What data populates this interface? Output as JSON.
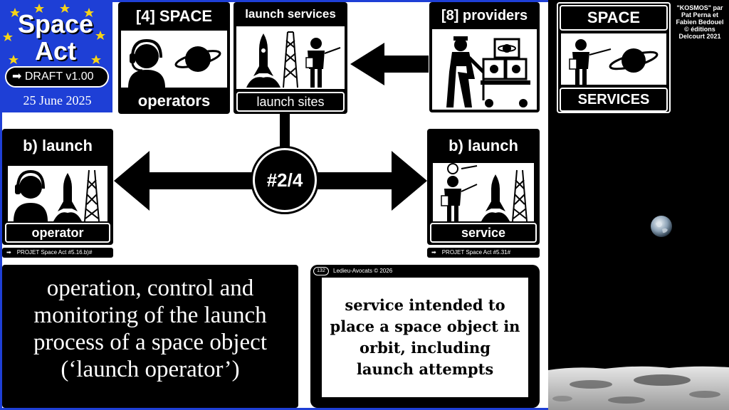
{
  "badge": {
    "title_line1": "Space",
    "title_line2": "Act",
    "draft_label": "DRAFT v1.00",
    "date": "25 June 2025",
    "colors": {
      "blue": "#1e3fd6",
      "star": "#f7d417"
    }
  },
  "top": {
    "space_operators": {
      "header": "[4] SPACE",
      "footer": "operators"
    },
    "launch_services": {
      "header": "launch services",
      "footer": "launch sites"
    },
    "providers": {
      "header": "[8] providers"
    }
  },
  "center_badge": "#2/4",
  "left_launch": {
    "header": "b) launch",
    "footer": "operator",
    "ref": "PROJET Space Act #5.16.b)#"
  },
  "right_launch": {
    "header": "b) launch",
    "footer": "service",
    "ref": "PROJET Space Act #5.31#"
  },
  "definition_left": "operation, control and monitoring of the launch process of a space object (‘launch operator’)",
  "definition_right": {
    "page_number": "132",
    "copyright": "Ledieu-Avocats © 2026",
    "text": "service intended to place a space object in orbit, including launch attempts"
  },
  "right_column": {
    "header": "SPACE",
    "footer": "SERVICES",
    "credit_line1": "\"KOSMOS\" par",
    "credit_line2": "Pat Perna et",
    "credit_line3": "Fabien Bedouel",
    "credit_line4": "© éditions",
    "credit_line5": "Delcourt 2021"
  },
  "icons": [
    "star-icon",
    "arrow-right-icon",
    "headset-person-icon",
    "saturn-icon",
    "rocket-icon",
    "launch-tower-icon",
    "presenter-icon",
    "worker-cart-icon",
    "earth-icon",
    "moon-surface"
  ]
}
